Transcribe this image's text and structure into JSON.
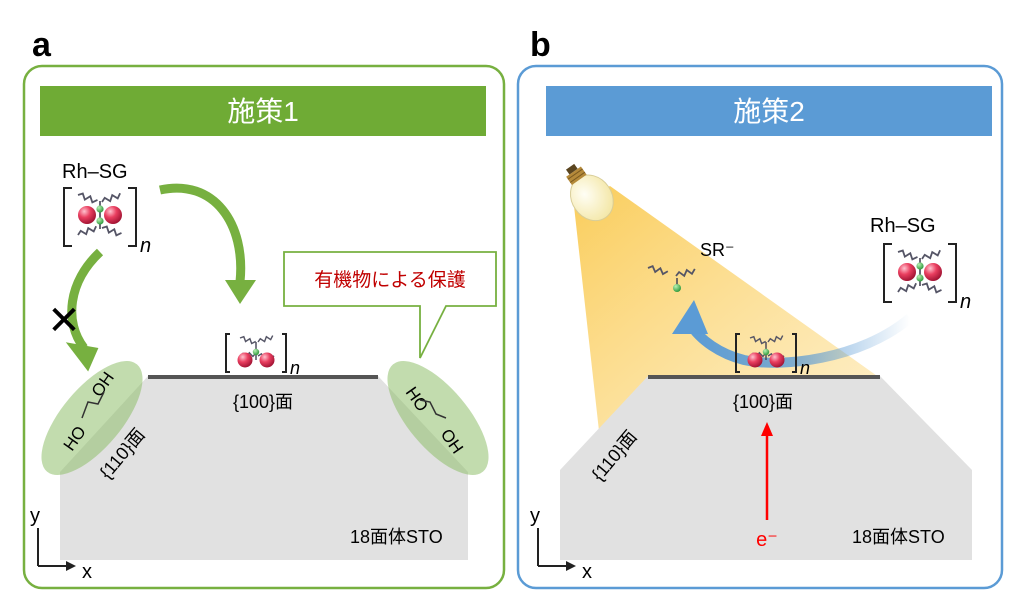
{
  "panel_a": {
    "letter": "a",
    "banner": "施策1",
    "complex_label": "Rh–SG",
    "subscript": "n",
    "cross_mark": "✕",
    "callout": "有機物による保護",
    "facet_100": "{100}面",
    "facet_110": "{110}面",
    "oh_left_1": "HO",
    "oh_left_2": "OH",
    "oh_right_1": "HO",
    "oh_right_2": "OH",
    "crystal": "18面体STO",
    "axis_y": "y",
    "axis_x": "x"
  },
  "panel_b": {
    "letter": "b",
    "banner": "施策2",
    "complex_label": "Rh–SG",
    "subscript": "n",
    "ligand": "SR⁻",
    "facet_100": "{100}面",
    "facet_110": "{110}面",
    "electron": "e⁻",
    "crystal": "18面体STO",
    "axis_y": "y",
    "axis_x": "x"
  },
  "colors": {
    "green": "#77b040",
    "green_banner": "#6fab35",
    "blue": "#5b9bd5",
    "light": "#fbd46a",
    "crystal": "#e1e1e1",
    "rh": "#e8385a",
    "callout_text": "#c00000",
    "electron": "#ff0000"
  }
}
